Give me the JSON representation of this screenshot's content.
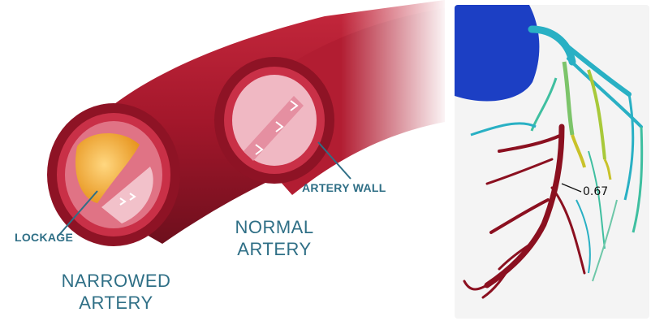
{
  "left_panel": {
    "labels": {
      "blockage": "LOCKAGE",
      "artery_wall": "ARTERY WALL",
      "normal_artery": "NORMAL\nARTERY",
      "narrowed_artery": "NARROWED\nARTERY"
    },
    "colors": {
      "artery_red": "#a3172b",
      "artery_dark": "#6e0f1d",
      "lumen_pink": "#e89aa8",
      "plaque_yellow": "#f3b23c",
      "label_blue": "#2f6f86"
    }
  },
  "right_panel": {
    "ffr_value": "0.67",
    "colors": {
      "heart_blue": "#1c3fc4",
      "vessel_red": "#8b1020",
      "vessel_cyan": "#29b0c4",
      "vessel_yellow": "#c9c22a",
      "background": "#f4f4f4"
    }
  }
}
